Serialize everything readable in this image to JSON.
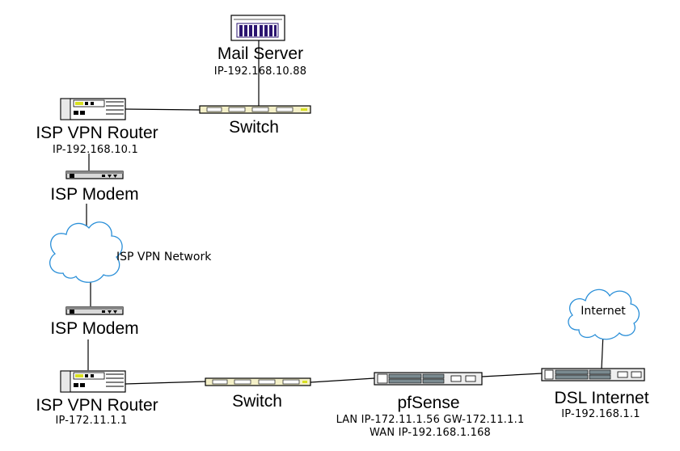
{
  "colors": {
    "line": "#000000",
    "cloud_stroke": "#2a8fd8",
    "mail_accent": "#2b1470",
    "led": "#d8e020"
  },
  "mail_server": {
    "name": "Mail Server",
    "ip": "IP-192.168.10.88"
  },
  "switch_top": {
    "name": "Switch"
  },
  "router_top": {
    "name": "ISP VPN Router",
    "ip": "IP-192.168.10.1"
  },
  "modem_top": {
    "name": "ISP Modem"
  },
  "vpn_network": {
    "label": "ISP VPN Network"
  },
  "modem_bottom": {
    "name": "ISP Modem"
  },
  "router_bottom": {
    "name": "ISP VPN Router",
    "ip": "IP-172.11.1.1"
  },
  "switch_bottom": {
    "name": "Switch"
  },
  "pfsense": {
    "name": "pfSense",
    "lan": "LAN IP-172.11.1.56 GW-172.11.1.1",
    "wan": "WAN IP-192.168.1.168"
  },
  "internet_cloud": {
    "label": "Internet"
  },
  "dsl": {
    "name": "DSL Internet",
    "ip": "IP-192.168.1.1"
  }
}
